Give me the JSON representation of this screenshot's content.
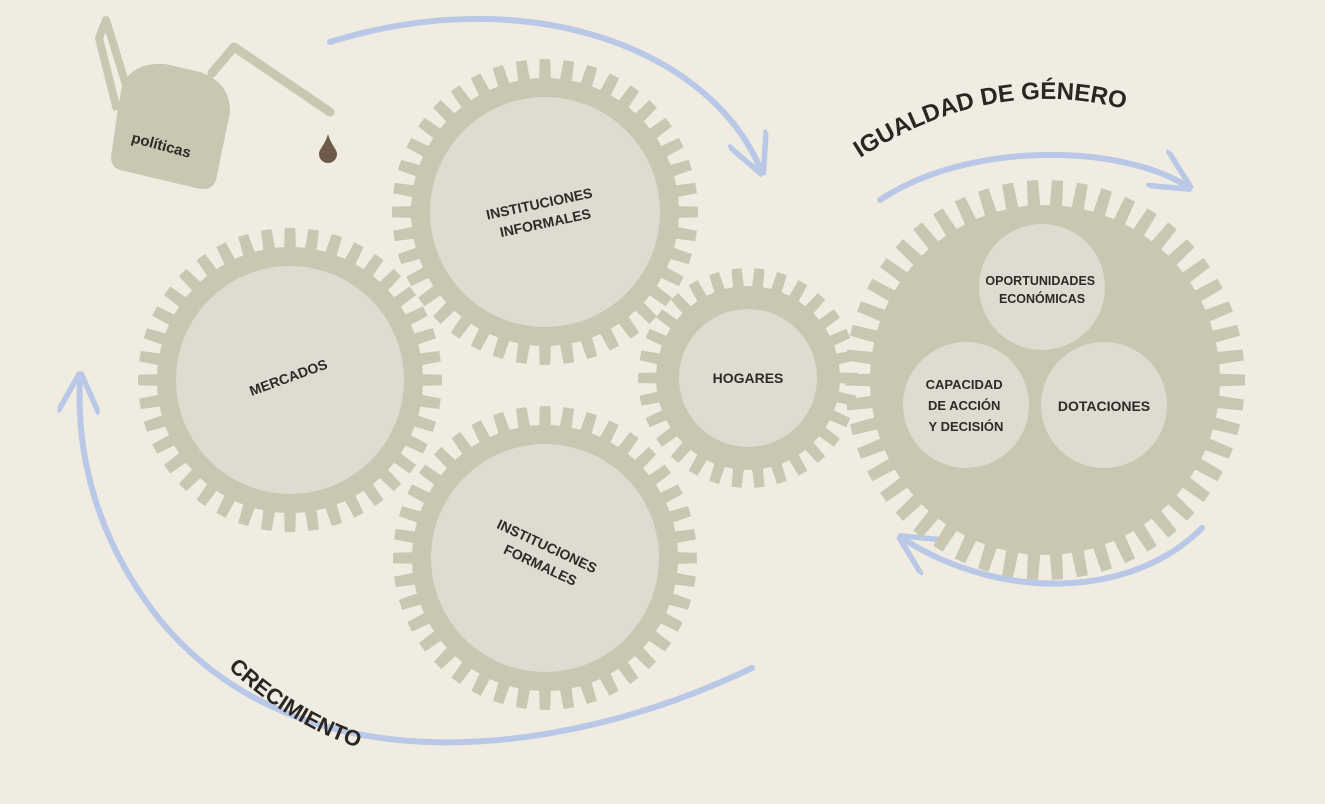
{
  "labels": {
    "politicas": "políticas",
    "instituciones_informales": [
      "INSTITUCIONES",
      "INFORMALES"
    ],
    "mercados": "MERCADOS",
    "instituciones_formales": [
      "INSTITUCIONES",
      "FORMALES"
    ],
    "hogares": "HOGARES",
    "oportunidades": [
      "OPORTUNIDADES",
      "ECONÓMICAS"
    ],
    "capacidad": [
      "CAPACIDAD",
      "DE ACCIÓN",
      "Y DECISIÓN"
    ],
    "dotaciones": "DOTACIONES",
    "igualdad": "IGUALDAD DE GÉNERO",
    "crecimiento": "CRECIMIENTO"
  },
  "colors": {
    "background": "#f0ece2",
    "gear": "#c9c6b1",
    "gear_face": "#dedcd1",
    "arrow": "#b9c8e6",
    "drop": "#6e5a4a",
    "text": "#2e2a26"
  }
}
